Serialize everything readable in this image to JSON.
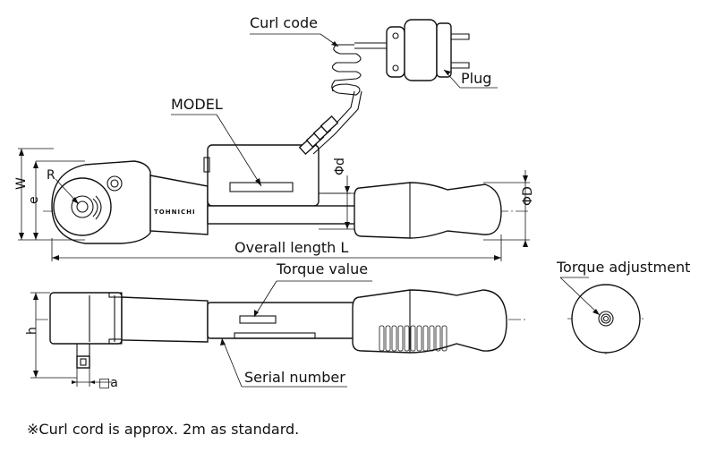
{
  "labels": {
    "curl_code": "Curl code",
    "plug": "Plug",
    "model": "MODEL",
    "brand": "TOHNICHI",
    "overall_length": "Overall length L",
    "torque_value": "Torque value",
    "serial_number": "Serial number",
    "torque_adjustment": "Torque adjustment"
  },
  "dimensions": {
    "w": "W",
    "e": "e",
    "r": "R",
    "phi_d": "Φd",
    "phi_D": "ΦD",
    "h": "h",
    "a": "□a"
  },
  "footnote": "※Curl cord is approx. 2m as standard."
}
